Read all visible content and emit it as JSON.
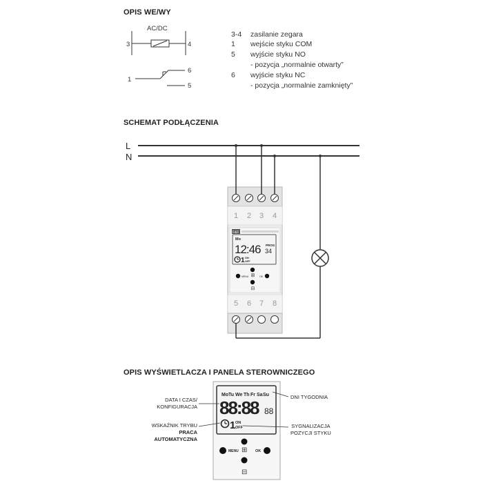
{
  "section1": {
    "title": "OPIS WE/WY",
    "symbol": {
      "supply_label": "AC/DC",
      "terminal_left": "3",
      "terminal_right": "4",
      "contact_common": "1",
      "contact_nc": "6",
      "contact_no": "5"
    },
    "legend": [
      {
        "code": "3-4",
        "text": "zasilanie zegara"
      },
      {
        "code": "1",
        "text": "wejście styku COM"
      },
      {
        "code": "5",
        "text": "wyjście styku NO"
      },
      {
        "code": "",
        "text": "- pozycja „normalnie otwarty”"
      },
      {
        "code": "6",
        "text": "wyjście styku NC"
      },
      {
        "code": "",
        "text": "- pozycja „normalnie zamknięty”"
      }
    ]
  },
  "section2": {
    "title": "SCHEMAT PODŁĄCZENIA",
    "line_l": "L",
    "line_n": "N",
    "device": {
      "top_terminals": [
        "1",
        "2",
        "3",
        "4"
      ],
      "bottom_terminals": [
        "5",
        "6",
        "7",
        "8"
      ],
      "logo": "F&F",
      "lcd_day": "Mo",
      "lcd_time": "12:46",
      "lcd_prog": "PROG",
      "lcd_seconds": "34",
      "lcd_channel": "1",
      "lcd_on": "ON",
      "lcd_off": "OFF",
      "btn_menu": "MENU",
      "btn_ok": "OK"
    }
  },
  "section3": {
    "title": "OPIS WYŚWIETLACZA I PANELA STEROWNICZEGO",
    "days": [
      "Mo",
      "Tu",
      "We",
      "Th",
      "Fr",
      "Sa",
      "Su"
    ],
    "lcd_digits": "88:88",
    "lcd_small_digits": "88",
    "lcd_channel": "1",
    "lcd_on": "ON",
    "lcd_off": "OFF",
    "btn_menu": "MENU",
    "btn_ok": "OK",
    "callout_date": "DATA I CZAS/\nKONFIGURACJA",
    "callout_days": "DNI TYGODNIA",
    "callout_mode_line1": "WSKAŹNIK TRYBU",
    "callout_mode_line2": "PRACA",
    "callout_mode_line3": "AUTOMATYCZNA",
    "callout_contact": "SYGNALIZACJA\nPOZYCJI STYKU"
  },
  "colors": {
    "device_body": "#ededed",
    "device_border": "#b5b5b5",
    "lcd_bg": "#f4f4f4",
    "wire": "#333333"
  }
}
